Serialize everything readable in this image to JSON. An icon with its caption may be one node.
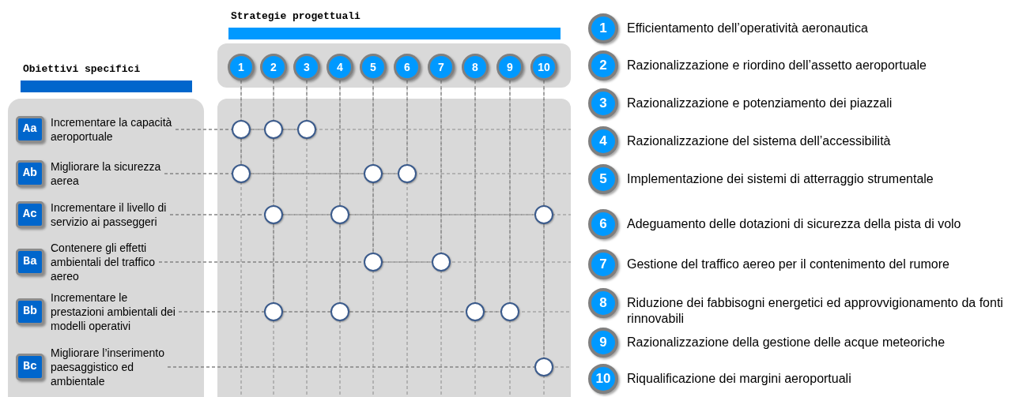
{
  "diagram": {
    "nodes": [
      {
        "text": [
          "1"
        ]
      },
      {
        "text": [
          "2"
        ]
      },
      {
        "text": [
          "3"
        ]
      },
      {
        "text": [
          "4"
        ]
      },
      {
        "text": [
          "5"
        ]
      },
      {
        "text": [
          "6"
        ]
      },
      {
        "text": [
          "7"
        ]
      },
      {
        "text": [
          "8"
        ]
      },
      {
        "text": [
          "9"
        ]
      },
      {
        "text": [
          "10"
        ]
      },
      {
        "text": [
          "Aa",
          "Incrementare la capacità aeroportuale"
        ]
      },
      {
        "text": [
          "Ab",
          "Migliorare la sicurezza aerea"
        ]
      },
      {
        "text": [
          "Ac",
          "Incrementare il livello di servizio ai passeggeri"
        ]
      },
      {
        "text": [
          "Ba",
          "Contenere gli effetti ambientali del traffico aereo"
        ]
      },
      {
        "text": [
          "Bb",
          "Incrementare le prestazioni ambientali dei modelli operativi"
        ]
      },
      {
        "text": [
          "Bc",
          "Migliorare l’inserimento paesaggistico ed ambientale"
        ]
      },
      {
        "text": [
          "1"
        ],
        "beside": [
          "Efficientamento dell’operatività aeronautica"
        ]
      },
      {
        "text": [
          "2"
        ],
        "beside": [
          "Razionalizzazione e riordino dell’assetto aeroportuale"
        ]
      },
      {
        "text": [
          "3"
        ],
        "beside": [
          "Razionalizzazione e potenziamento dei piazzali"
        ]
      },
      {
        "text": [
          "4"
        ],
        "beside": [
          "Razionalizzazione del sistema dell’accessibilità"
        ]
      },
      {
        "text": [
          "5"
        ],
        "beside": [
          "Implementazione dei sistemi di atterraggio strumentale"
        ]
      },
      {
        "text": [
          "6"
        ],
        "beside": [
          "Adeguamento delle dotazioni di sicurezza della pista di volo"
        ]
      },
      {
        "text": [
          "7"
        ],
        "beside": [
          "Gestione del traffico aereo per il contenimento del rumore"
        ]
      },
      {
        "text": [
          "8"
        ],
        "beside": [
          "Riduzione dei fabbisogni energetici ed approvvigionamento da fonti rinnovabili"
        ]
      },
      {
        "text": [
          "9"
        ],
        "beside": [
          "Razionalizzazione della gestione delle acque meteoriche"
        ]
      },
      {
        "text": [
          "10"
        ],
        "beside": [
          "Riqualificazione dei margini aeroportuali"
        ]
      },
      {
        "text": [],
        "shape": "circle"
      },
      {
        "text": [],
        "shape": "circle"
      },
      {
        "text": [],
        "shape": "circle"
      },
      {
        "text": [],
        "shape": "circle"
      },
      {
        "text": [],
        "shape": "circle"
      },
      {
        "text": [],
        "shape": "circle"
      },
      {
        "text": [],
        "shape": "circle"
      },
      {
        "text": [],
        "shape": "circle"
      },
      {
        "text": [],
        "shape": "circle"
      },
      {
        "text": [],
        "shape": "circle"
      },
      {
        "text": [],
        "shape": "circle"
      },
      {
        "text": [],
        "shape": "circle"
      },
      {
        "text": [],
        "shape": "circle"
      },
      {
        "text": [],
        "shape": "circle"
      },
      {
        "text": [],
        "shape": "circle"
      },
      {
        "text": [],
        "shape": "circle"
      },
      {
        "text": [
          "Strategie progettuali"
        ]
      },
      {
        "text": [
          "Obiettivi specifici"
        ]
      }
    ],
    "edges": [
      {
        "from": 10,
        "to": 26,
        "arrow": "none",
        "style": "dashed"
      },
      {
        "from": 26,
        "to": 27,
        "arrow": "none",
        "style": "dashed"
      },
      {
        "from": 27,
        "to": 28,
        "arrow": "none",
        "style": "dashed"
      },
      {
        "from": 11,
        "to": 29,
        "arrow": "none",
        "style": "dashed"
      },
      {
        "from": 29,
        "to": 30,
        "arrow": "none",
        "style": "dashed"
      },
      {
        "from": 30,
        "to": 31,
        "arrow": "none",
        "style": "dashed"
      },
      {
        "from": 12,
        "to": 32,
        "arrow": "none",
        "style": "dashed"
      },
      {
        "from": 32,
        "to": 33,
        "arrow": "none",
        "style": "dashed"
      },
      {
        "from": 33,
        "to": 34,
        "arrow": "none",
        "style": "dashed"
      },
      {
        "from": 13,
        "to": 35,
        "arrow": "none",
        "style": "dashed"
      },
      {
        "from": 35,
        "to": 36,
        "arrow": "none",
        "style": "dashed"
      },
      {
        "from": 14,
        "to": 37,
        "arrow": "none",
        "style": "dashed"
      },
      {
        "from": 37,
        "to": 38,
        "arrow": "none",
        "style": "dashed"
      },
      {
        "from": 38,
        "to": 39,
        "arrow": "none",
        "style": "dashed"
      },
      {
        "from": 39,
        "to": 40,
        "arrow": "none",
        "style": "dashed"
      },
      {
        "from": 15,
        "to": 41,
        "arrow": "none",
        "style": "dashed"
      },
      {
        "from": 0,
        "to": 26,
        "arrow": "none",
        "style": "dashed"
      },
      {
        "from": 26,
        "to": 29,
        "arrow": "none",
        "style": "dashed"
      },
      {
        "from": 1,
        "to": 27,
        "arrow": "none",
        "style": "dashed"
      },
      {
        "from": 27,
        "to": 32,
        "arrow": "none",
        "style": "dashed"
      },
      {
        "from": 32,
        "to": 37,
        "arrow": "none",
        "style": "dashed"
      },
      {
        "from": 2,
        "to": 28,
        "arrow": "none",
        "style": "dashed"
      },
      {
        "from": 3,
        "to": 33,
        "arrow": "none",
        "style": "dashed"
      },
      {
        "from": 33,
        "to": 38,
        "arrow": "none",
        "style": "dashed"
      },
      {
        "from": 4,
        "to": 30,
        "arrow": "none",
        "style": "dashed"
      },
      {
        "from": 30,
        "to": 35,
        "arrow": "none",
        "style": "dashed"
      },
      {
        "from": 5,
        "to": 31,
        "arrow": "none",
        "style": "dashed"
      },
      {
        "from": 6,
        "to": 36,
        "arrow": "none",
        "style": "dashed"
      },
      {
        "from": 7,
        "to": 39,
        "arrow": "none",
        "style": "dashed"
      },
      {
        "from": 8,
        "to": 40,
        "arrow": "none",
        "style": "dashed"
      },
      {
        "from": 9,
        "to": 34,
        "arrow": "none",
        "style": "dashed"
      },
      {
        "from": 34,
        "to": 41,
        "arrow": "none",
        "style": "dashed"
      }
    ]
  }
}
